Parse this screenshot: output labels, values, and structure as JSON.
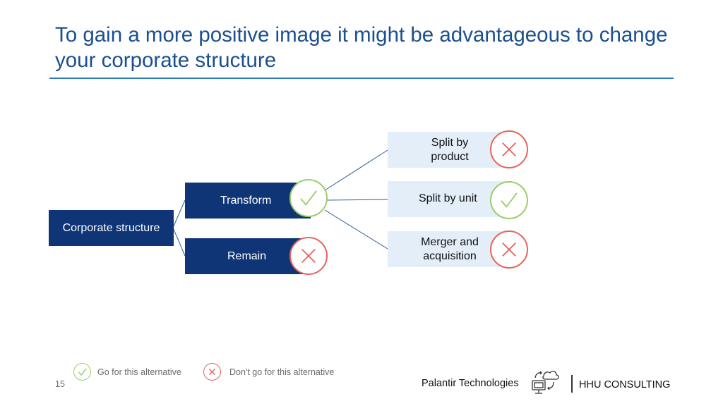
{
  "slide": {
    "title": "To gain a more positive image it might be advantageous to change your corporate structure",
    "page_number": "15"
  },
  "tree": {
    "root": "Corporate structure",
    "level1": [
      {
        "label": "Transform",
        "decision": "go"
      },
      {
        "label": "Remain",
        "decision": "no-go"
      }
    ],
    "level2": [
      {
        "label": "Split by product",
        "decision": "no-go"
      },
      {
        "label": "Split by unit",
        "decision": "go"
      },
      {
        "label": "Merger and acquisition",
        "decision": "no-go"
      }
    ]
  },
  "legend": {
    "go_label": "Go for this alternative",
    "nogo_label": "Don't go for this alternative",
    "go_icon": "checkmark-icon",
    "nogo_icon": "cross-icon"
  },
  "footer": {
    "partner": "Palantir Technologies",
    "partner_icon": "cloud-computer-icon",
    "brand": "HHU CONSULTING"
  },
  "colors": {
    "title": "#1b4f8f",
    "dark_box": "#0f3577",
    "light_box": "#e4eef9",
    "go": "#9ccc6a",
    "no_go": "#e8645e"
  }
}
